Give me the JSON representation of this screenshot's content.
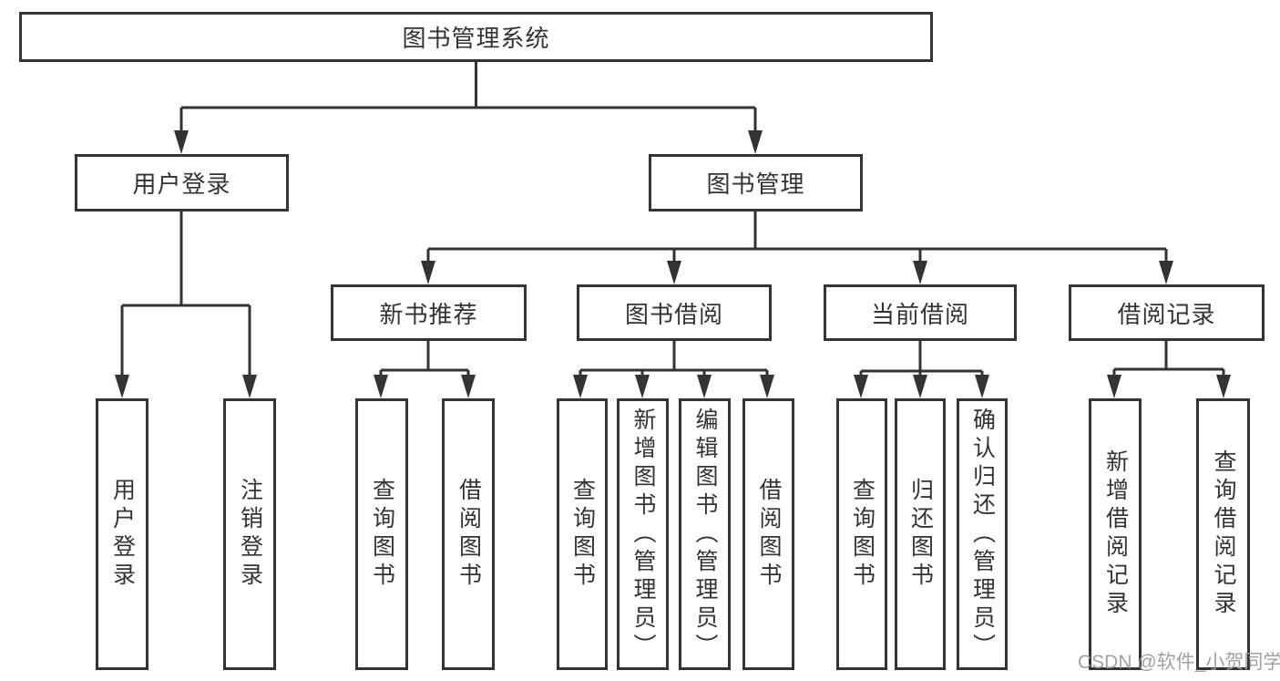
{
  "diagram": {
    "root": {
      "label": "图书管理系统"
    },
    "branches": [
      {
        "label": "用户登录",
        "leaves": [
          {
            "label": "用户登录"
          },
          {
            "label": "注销登录"
          }
        ]
      },
      {
        "label": "图书管理",
        "groups": [
          {
            "label": "新书推荐",
            "leaves": [
              {
                "label": "查询图书"
              },
              {
                "label": "借阅图书"
              }
            ]
          },
          {
            "label": "图书借阅",
            "leaves": [
              {
                "label": "查询图书"
              },
              {
                "label": "新增图书（管理员）"
              },
              {
                "label": "编辑图书（管理员）"
              },
              {
                "label": "借阅图书"
              }
            ]
          },
          {
            "label": "当前借阅",
            "leaves": [
              {
                "label": "查询图书"
              },
              {
                "label": "归还图书"
              },
              {
                "label": "确认归还（管理员）"
              }
            ]
          },
          {
            "label": "借阅记录",
            "leaves": [
              {
                "label": "新增借阅记录"
              },
              {
                "label": "查询借阅记录"
              }
            ]
          }
        ]
      }
    ]
  },
  "watermark": {
    "text": "CSDN @软件_小贺同学"
  },
  "colors": {
    "line": "#333333",
    "text": "#333333",
    "watermark": "#9c9c9c",
    "background": "#ffffff"
  }
}
